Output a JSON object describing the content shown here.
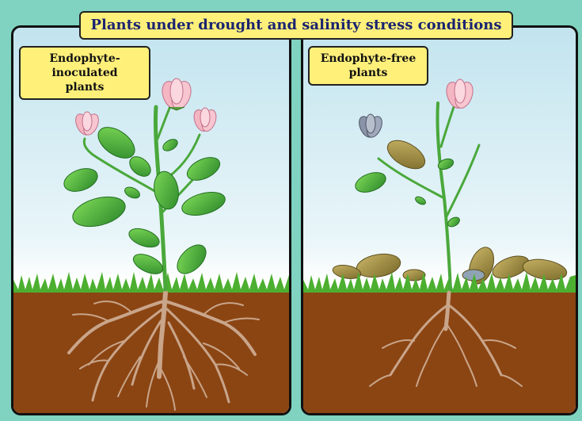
{
  "title": "Plants under drought and salinity stress conditions",
  "left_panel": {
    "label_line1": "Endophyte-inoculated",
    "label_line2": "plants"
  },
  "right_panel": {
    "label_line1": "Endophyte-free",
    "label_line2": "plants"
  },
  "colors": {
    "background": "#7fd3c0",
    "label_fill": "#fff07a",
    "title_text": "#1b2470",
    "sky_top": "#c8e8f1",
    "grass": "#4caf30",
    "soil": "#8b4513",
    "root": "#c9a58a",
    "leaf_healthy": "#3fa13a",
    "leaf_dry": "#9c8a3e",
    "flower": "#f4b6c2"
  }
}
